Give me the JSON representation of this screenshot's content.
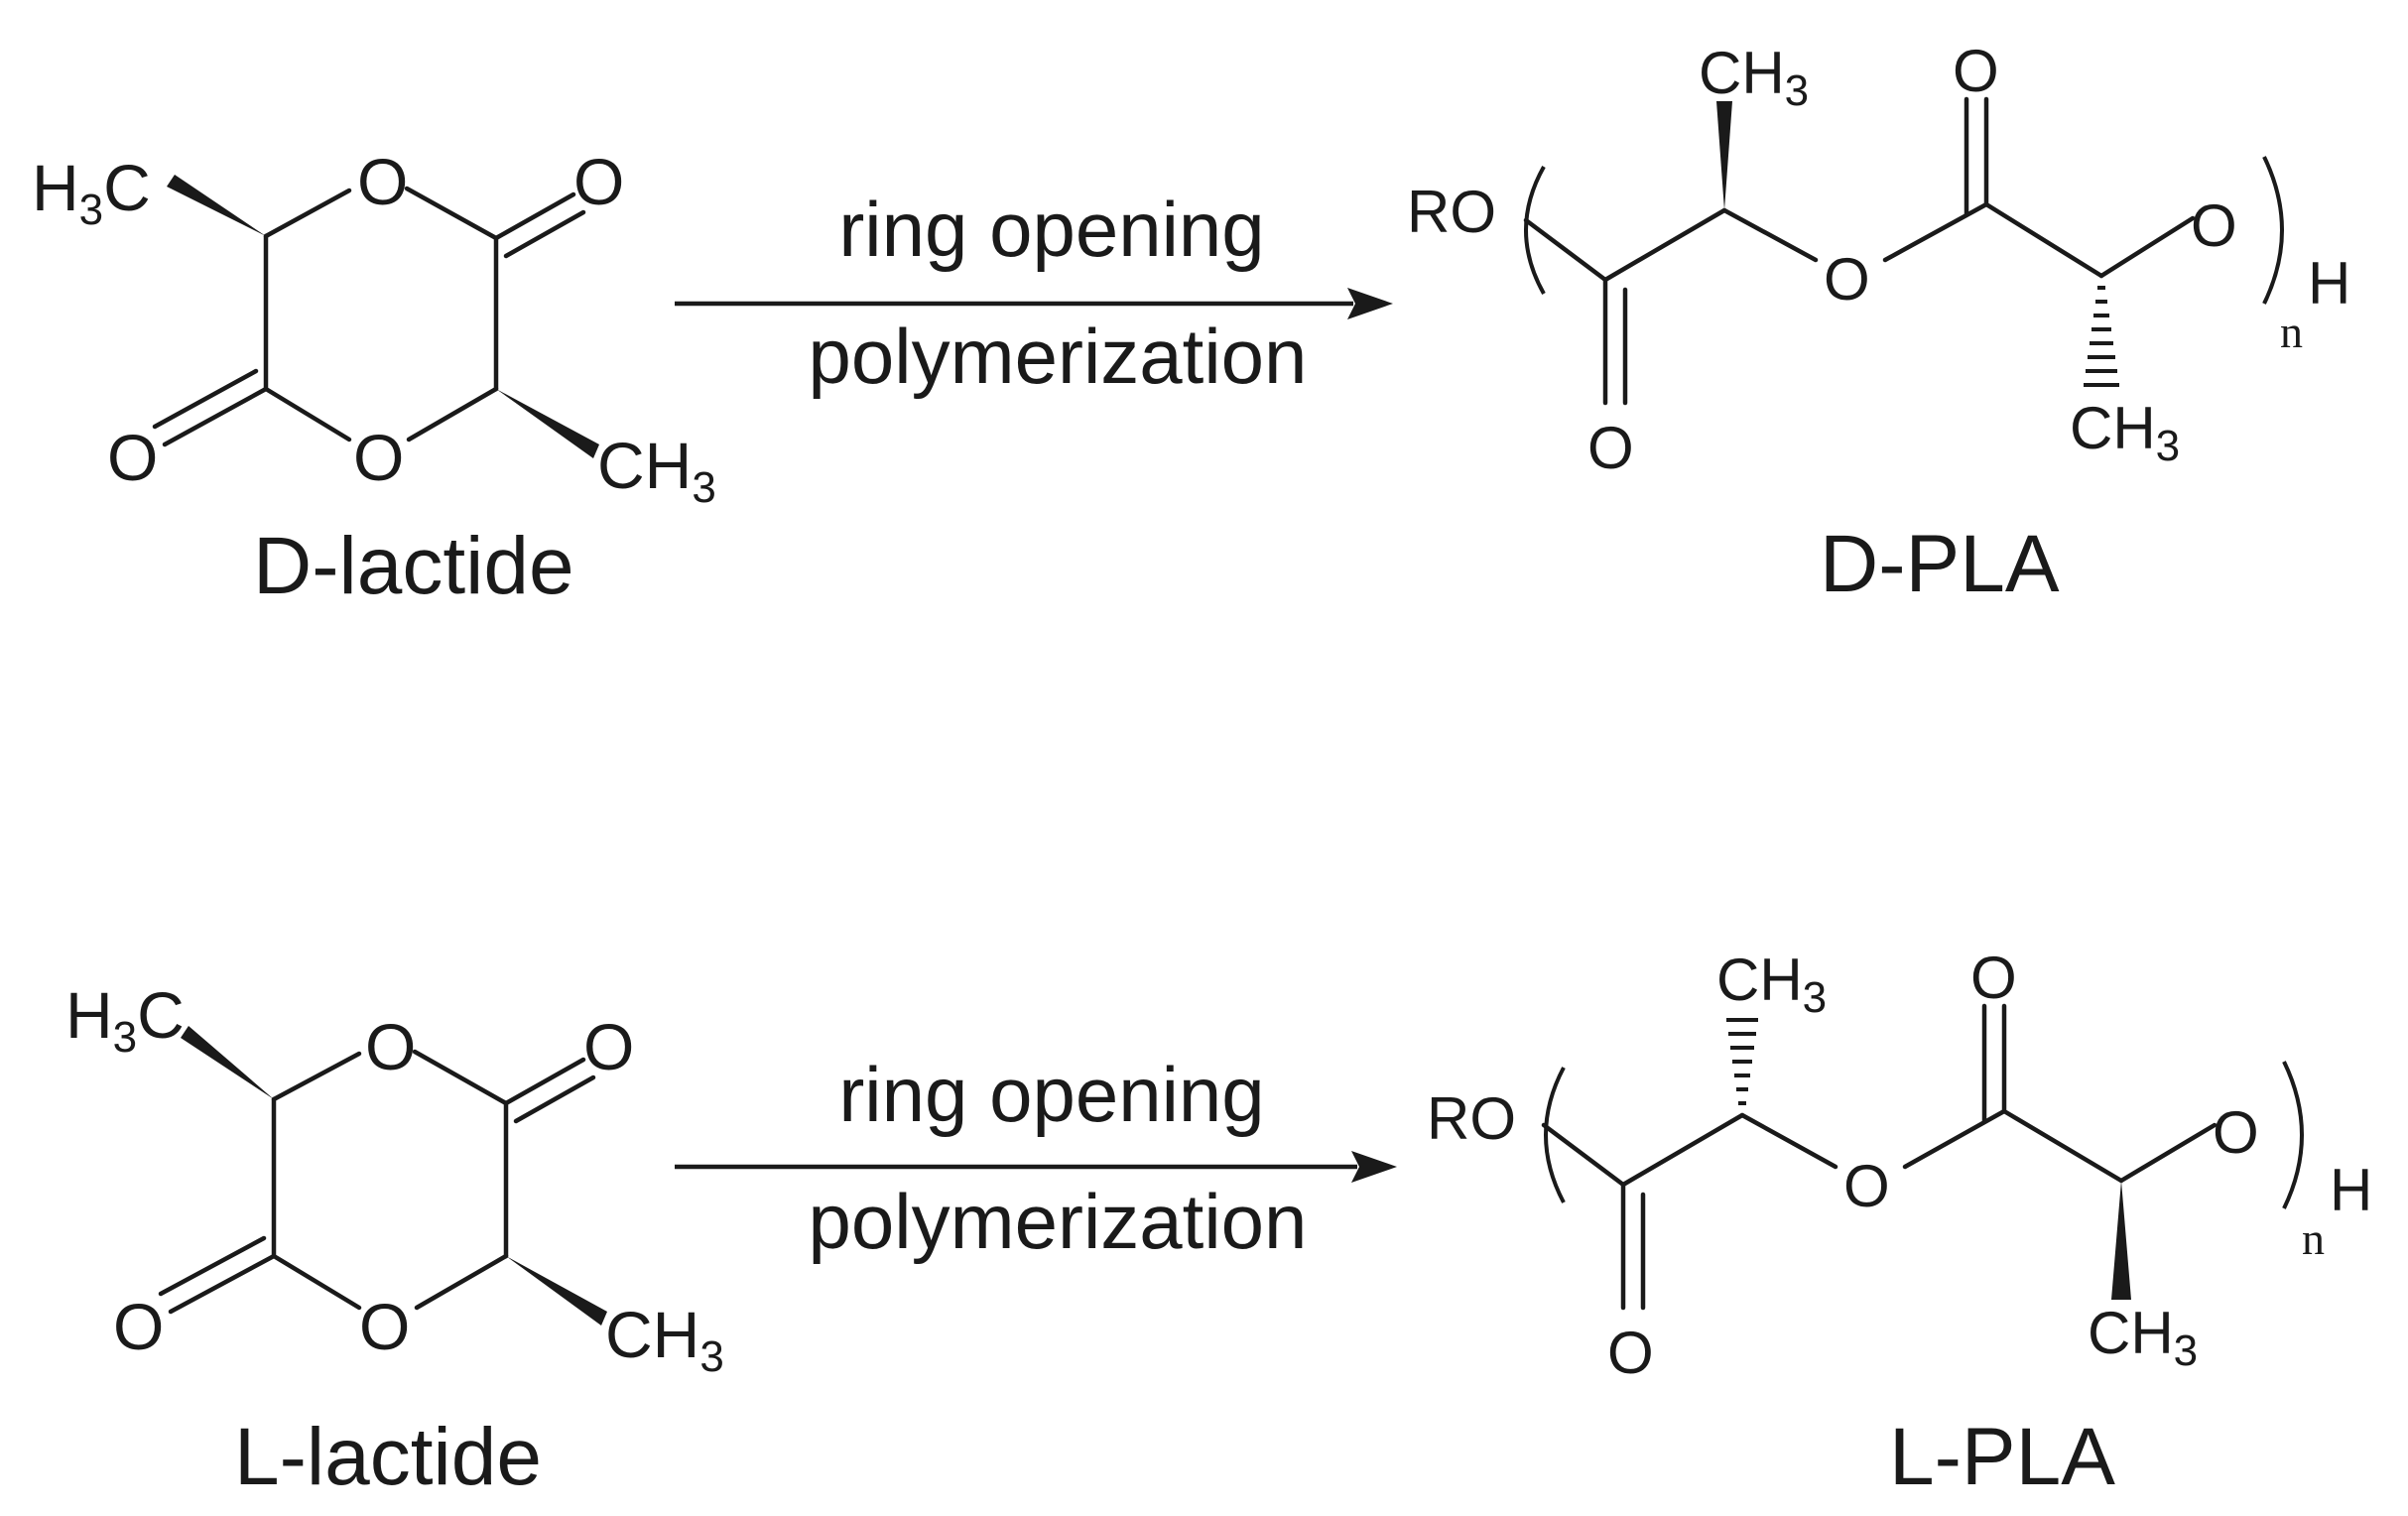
{
  "reactions": [
    {
      "monomer": {
        "name": "D-lactide",
        "h3c": "H",
        "h3c_sub": "3",
        "h3c_tail": "C",
        "ring_o_top": "O",
        "ring_o_bottom": "O",
        "carbonyl_o_right": "O",
        "carbonyl_o_left": "O",
        "ch3": "CH",
        "ch3_sub": "3"
      },
      "arrow": {
        "line1": "ring opening",
        "line2": "polymerization"
      },
      "polymer": {
        "name": "D-PLA",
        "ro": "RO",
        "ch3_top": "CH",
        "ch3_top_sub": "3",
        "o_top": "O",
        "o_ester": "O",
        "o_end": "O",
        "o_bottom": "O",
        "ch3_bottom": "CH",
        "ch3_bottom_sub": "3",
        "end_h": "H",
        "repeat_n": "n"
      }
    },
    {
      "monomer": {
        "name": "L-lactide",
        "h3c": "H",
        "h3c_sub": "3",
        "h3c_tail": "C",
        "ring_o_top": "O",
        "ring_o_bottom": "O",
        "carbonyl_o_right": "O",
        "carbonyl_o_left": "O",
        "ch3": "CH",
        "ch3_sub": "3"
      },
      "arrow": {
        "line1": "ring opening",
        "line2": "polymerization"
      },
      "polymer": {
        "name": "L-PLA",
        "ro": "RO",
        "ch3_top": "CH",
        "ch3_top_sub": "3",
        "o_top": "O",
        "o_ester": "O",
        "o_end": "O",
        "o_bottom": "O",
        "ch3_bottom": "CH",
        "ch3_bottom_sub": "3",
        "end_h": "H",
        "repeat_n": "n"
      }
    }
  ]
}
